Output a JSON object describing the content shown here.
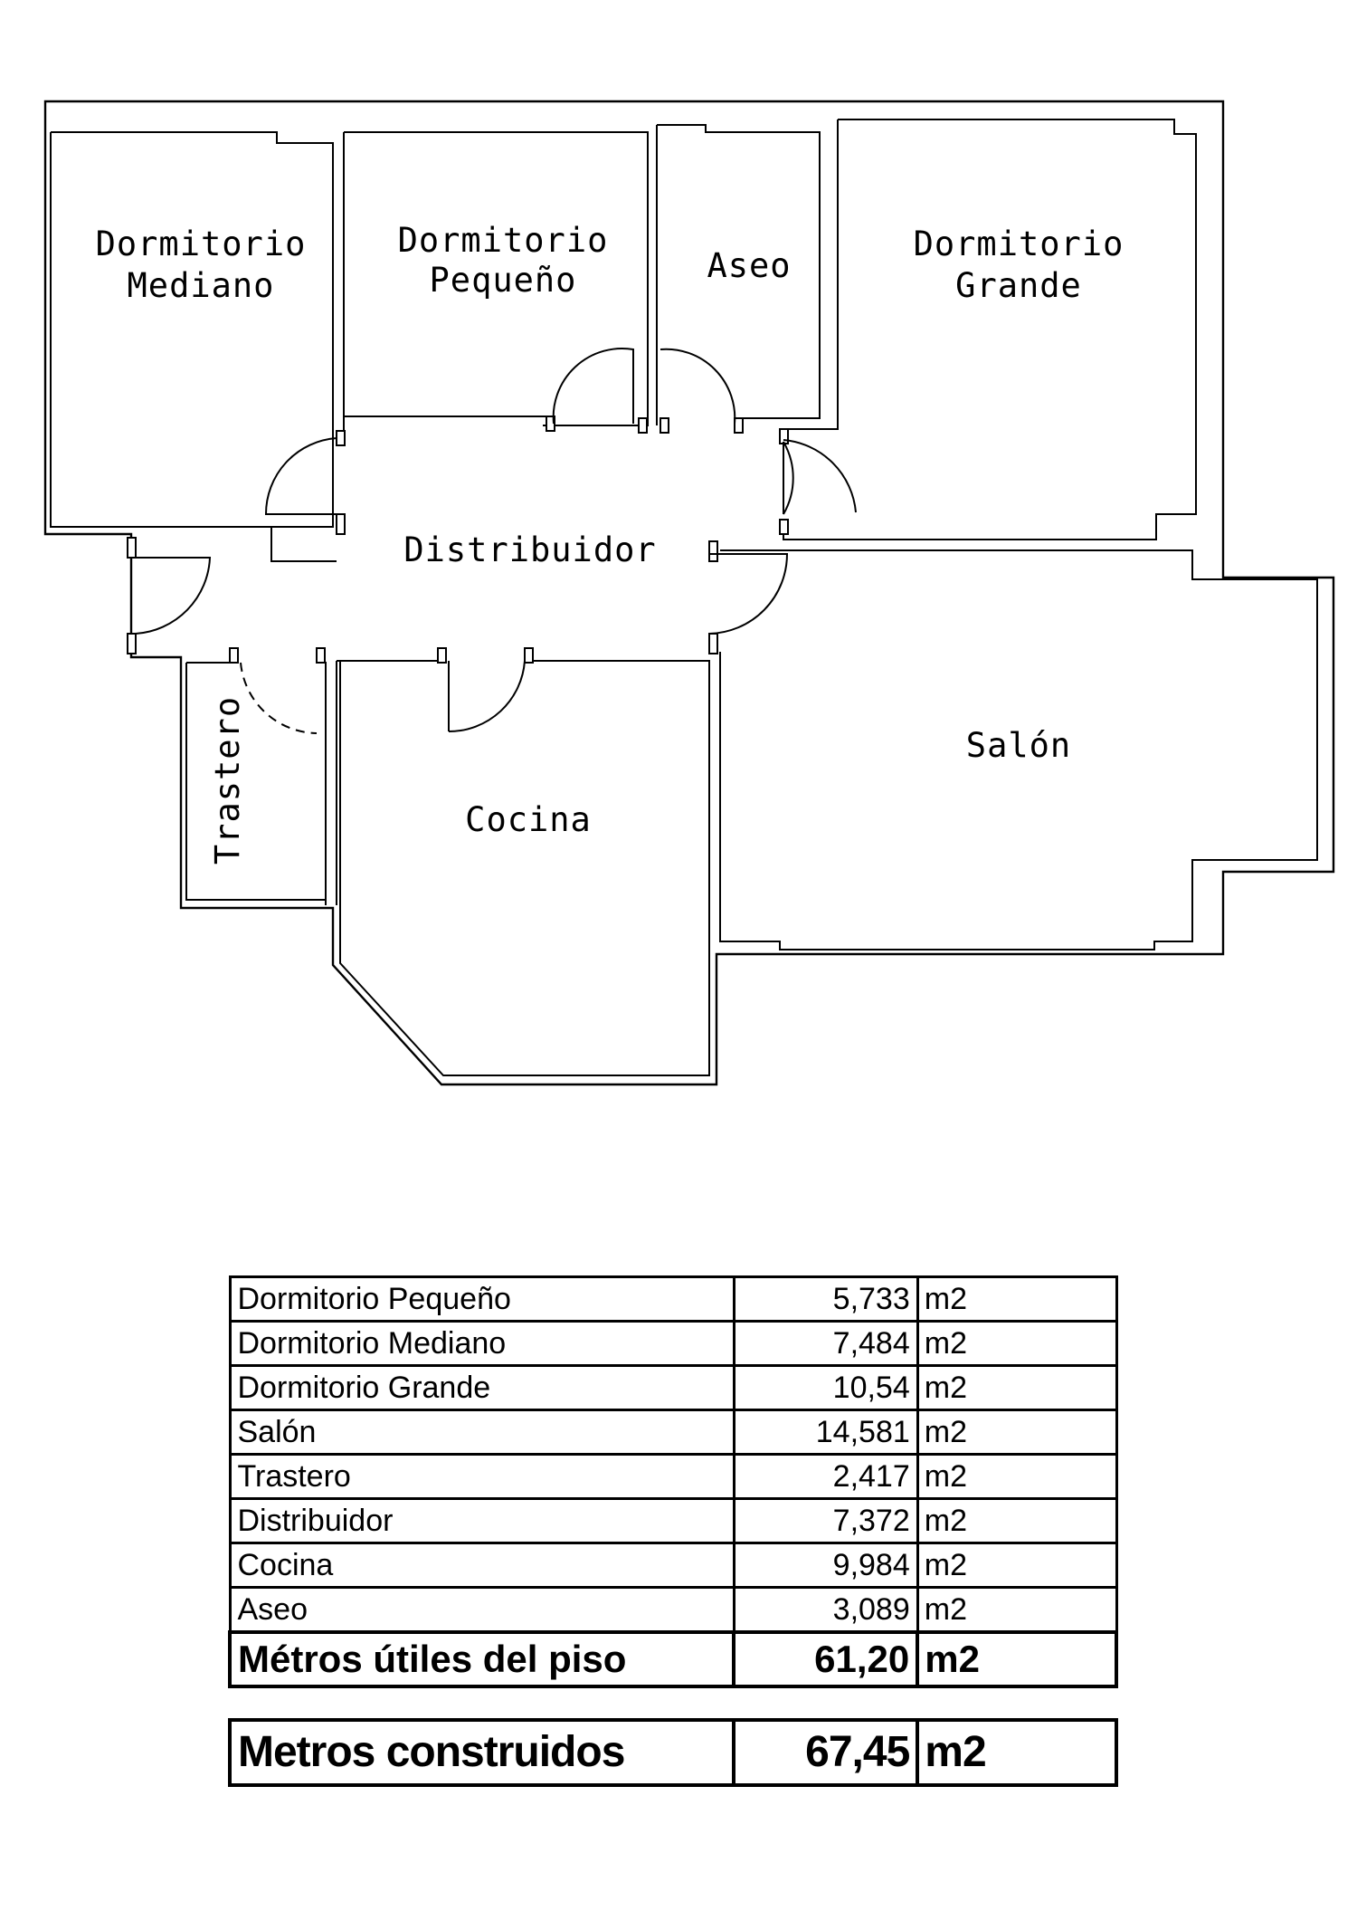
{
  "plan": {
    "rooms": {
      "dormitorio_mediano": [
        "Dormitorio",
        "Mediano"
      ],
      "dormitorio_pequeno": [
        "Dormitorio",
        "Pequeño"
      ],
      "aseo": "Aseo",
      "dormitorio_grande": [
        "Dormitorio",
        "Grande"
      ],
      "distribuidor": "Distribuidor",
      "salon": "Salón",
      "trastero": "Trastero",
      "cocina": "Cocina"
    }
  },
  "areas": {
    "rows": [
      {
        "name": "Dormitorio Pequeño",
        "value": "5,733",
        "unit": "m2"
      },
      {
        "name": "Dormitorio Mediano",
        "value": "7,484",
        "unit": "m2"
      },
      {
        "name": "Dormitorio Grande",
        "value": "10,54",
        "unit": "m2"
      },
      {
        "name": "Salón",
        "value": "14,581",
        "unit": "m2"
      },
      {
        "name": "Trastero",
        "value": "2,417",
        "unit": "m2"
      },
      {
        "name": "Distribuidor",
        "value": "7,372",
        "unit": "m2"
      },
      {
        "name": "Cocina",
        "value": "9,984",
        "unit": "m2"
      },
      {
        "name": "Aseo",
        "value": "3,089",
        "unit": "m2"
      }
    ],
    "useful_total": {
      "name": "Métros útiles del piso",
      "value": "61,20",
      "unit": "m2"
    },
    "built_total": {
      "name": "Metros construidos",
      "value": "67,45",
      "unit": "m2"
    }
  }
}
